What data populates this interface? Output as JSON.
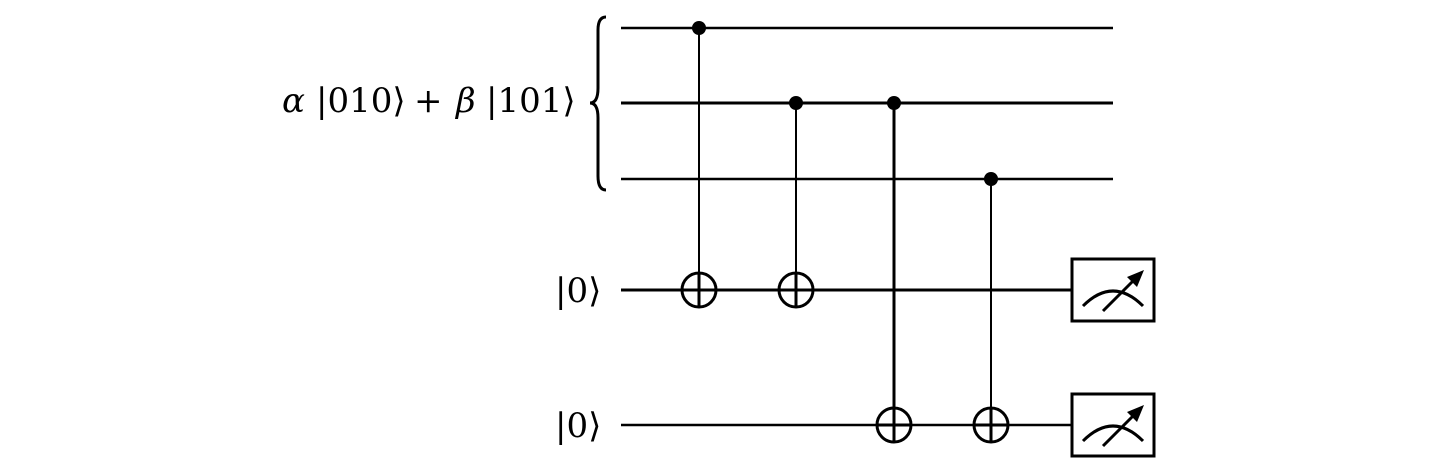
{
  "labels": {
    "input_state": {
      "alpha": "α",
      "ket_a": "|010⟩",
      "plus": "+",
      "beta": "β",
      "ket_b": "|101⟩"
    },
    "ancilla_1": "|0⟩",
    "ancilla_2": "|0⟩"
  },
  "circuit": {
    "qubits": 5,
    "gates": [
      {
        "type": "CNOT",
        "control": 0,
        "target": 3
      },
      {
        "type": "CNOT",
        "control": 1,
        "target": 3
      },
      {
        "type": "CNOT",
        "control": 1,
        "target": 4
      },
      {
        "type": "CNOT",
        "control": 2,
        "target": 4
      }
    ],
    "measurements": [
      3,
      4
    ]
  }
}
